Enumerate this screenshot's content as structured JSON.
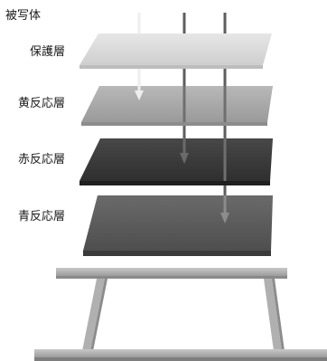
{
  "labels": {
    "subject": "被写体",
    "protective_layer": "保護層",
    "yellow_layer": "黄反応層",
    "red_layer": "赤反応層",
    "blue_layer": "青反応層"
  },
  "colors": {
    "protective_layer": "#dcdcdc",
    "yellow_layer": "#a9a9a9",
    "red_layer": "#3d3d3d",
    "blue_layer": "#5d5d5d",
    "light_arrow": "#eeeeee",
    "mid_arrow": "#6a6a6a",
    "dark_arrow": "#8c8c8c",
    "base": "#b5b5b5"
  },
  "icons": [
    "light-ray-arrow",
    "film-layer-plate",
    "film-base-frame"
  ]
}
